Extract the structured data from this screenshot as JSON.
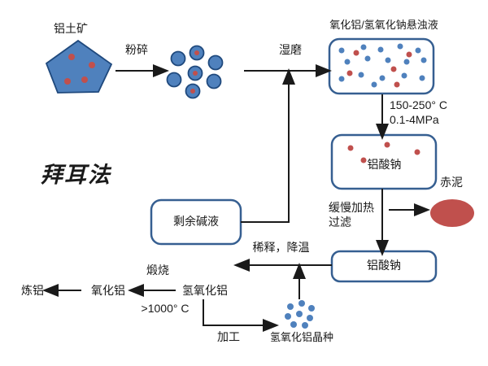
{
  "title": "拜耳法",
  "labels": {
    "bauxite": "铝土矿",
    "crush": "粉碎",
    "wet_grind": "湿磨",
    "suspension": "氧化铝/氢氧化钠悬浊液",
    "temperature": "150-250° C",
    "pressure": "0.1-4MPa",
    "sodium_aluminate_top": "铝酸钠",
    "red_mud": "赤泥",
    "slow_heating": "缓慢加热",
    "filtration": "过滤",
    "sodium_aluminate_bottom": "铝酸钠",
    "residual_alkali": "剩余碱液",
    "dilute_cool": "稀释，降温",
    "aluminum_hydroxide": "氢氧化铝",
    "calcination": "煅烧",
    "above_1000c": ">1000° C",
    "aluminum_oxide": "氧化铝",
    "smelt_aluminum": "炼铝",
    "processing": "加工",
    "seed_crystal": "氢氧化铝晶种"
  },
  "colors": {
    "shape_blue": "#4F81BD",
    "shape_blue_dark": "#1F497D",
    "box_border_blue": "#365F91",
    "dot_red": "#C0504D",
    "red_mud_fill": "#C0504D",
    "line_black": "#1a1a1a"
  }
}
